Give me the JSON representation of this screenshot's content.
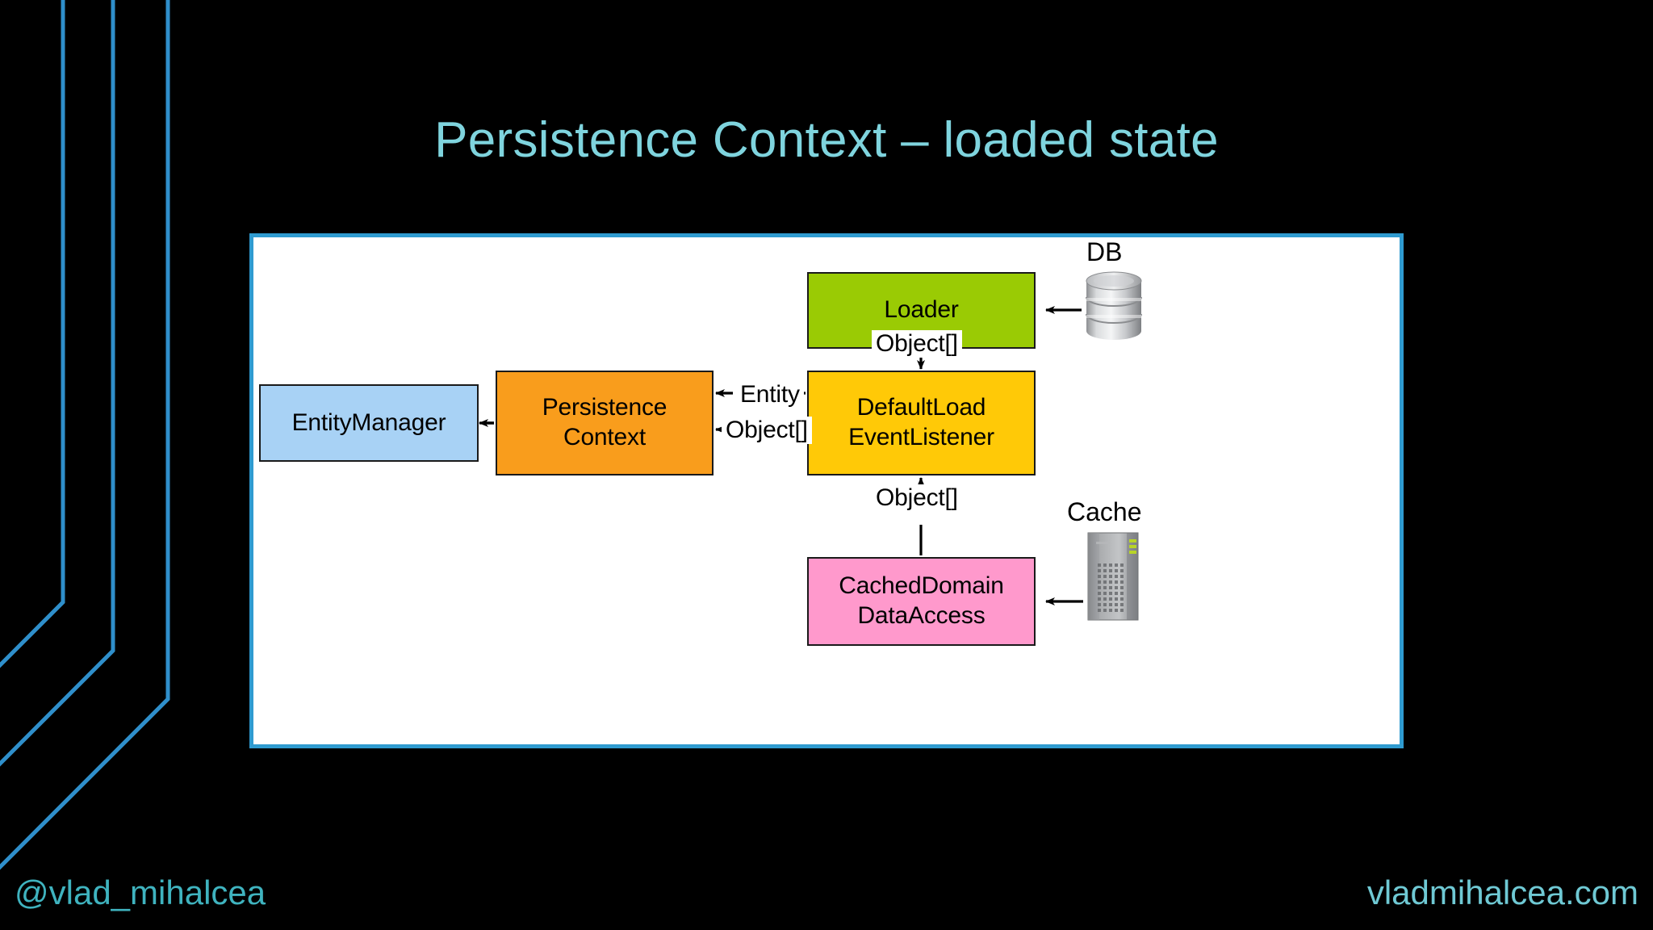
{
  "slide": {
    "title": "Persistence Context – loaded state",
    "title_color": "#7FD4DE",
    "background_color": "#000000",
    "panel_border_color": "#2F9BD0",
    "panel_background_color": "#FFFFFF"
  },
  "decor": {
    "accent_line_color": "#2F8FCB",
    "line_count": 3
  },
  "diagram": {
    "type": "flow-diagram",
    "nodes": [
      {
        "id": "entitymanager",
        "label": "EntityManager",
        "color": "#A8D2F5",
        "icon": "rectangle-node"
      },
      {
        "id": "persistencecontext",
        "label": "Persistence\nContext",
        "color": "#F99D1C",
        "icon": "rectangle-node"
      },
      {
        "id": "defaultloadeventlistener",
        "label": "DefaultLoad\nEventListener",
        "color": "#FFC907",
        "icon": "rectangle-node"
      },
      {
        "id": "loader",
        "label": "Loader",
        "color": "#9ACB04",
        "icon": "rectangle-node"
      },
      {
        "id": "cacheddomaindataaccess",
        "label": "CachedDomain\nDataAccess",
        "color": "#FF99CC",
        "icon": "rectangle-node"
      }
    ],
    "external_stores": [
      {
        "id": "db",
        "label": "DB",
        "icon": "database-cylinder-icon"
      },
      {
        "id": "cache",
        "label": "Cache",
        "icon": "server-rack-icon"
      }
    ],
    "edges": [
      {
        "from": "db",
        "to": "loader",
        "label": "",
        "direction": "left"
      },
      {
        "from": "loader",
        "to": "defaultloadeventlistener",
        "label": "Object[]",
        "direction": "down"
      },
      {
        "from": "defaultloadeventlistener",
        "to": "persistencecontext",
        "label": "Entity",
        "direction": "left"
      },
      {
        "from": "defaultloadeventlistener",
        "to": "persistencecontext",
        "label": "Object[]",
        "direction": "left"
      },
      {
        "from": "cacheddomaindataaccess",
        "to": "defaultloadeventlistener",
        "label": "Object[]",
        "direction": "up"
      },
      {
        "from": "cache",
        "to": "cacheddomaindataaccess",
        "label": "",
        "direction": "left"
      },
      {
        "from": "persistencecontext",
        "to": "entitymanager",
        "label": "",
        "direction": "left"
      }
    ]
  },
  "footer": {
    "handle": "@vlad_mihalcea",
    "site": "vladmihalcea.com",
    "handle_color": "#3FB3BF",
    "site_color": "#6FC9D4"
  }
}
